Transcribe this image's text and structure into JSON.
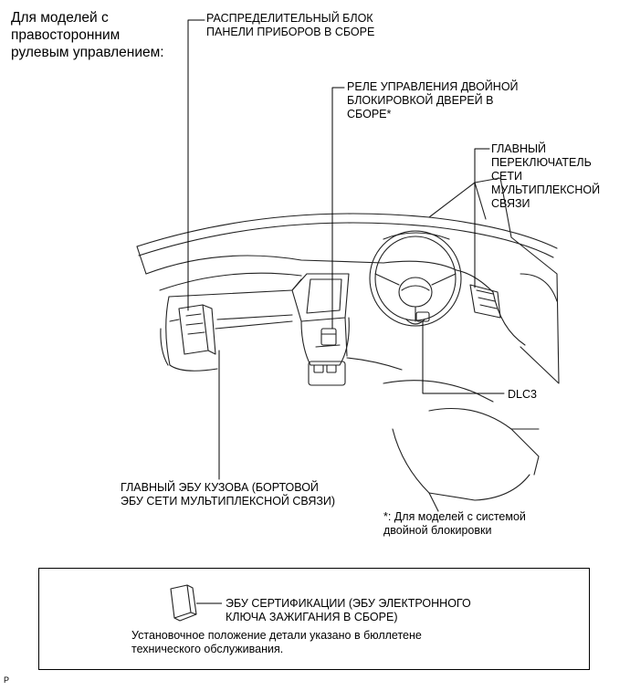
{
  "header": {
    "model_note": "Для моделей с\nправосторонним\nрулевым управлением:"
  },
  "callouts": {
    "instrument_panel_junction_block": "РАСПРЕДЕЛИТЕЛЬНЫЙ БЛОК\nПАНЕЛИ ПРИБОРОВ В СБОРЕ",
    "double_lock_door_control_relay": "РЕЛЕ УПРАВЛЕНИЯ ДВОЙНОЙ\nБЛОКИРОВКОЙ ДВЕРЕЙ В\nСБОРЕ*",
    "multiplex_network_master_switch": "ГЛАВНЫЙ\nПЕРЕКЛЮЧАТЕЛЬ\nСЕТИ\nМУЛЬТИПЛЕКСНОЙ\nСВЯЗИ",
    "dlc3": "DLC3",
    "main_body_ecu": "ГЛАВНЫЙ ЭБУ КУЗОВА (БОРТОВОЙ\nЭБУ СЕТИ МУЛЬТИПЛЕКСНОЙ СВЯЗИ)"
  },
  "footnote": "*: Для моделей с системой\nдвойной блокировки",
  "note_box": {
    "certification_ecu": "ЭБУ СЕРТИФИКАЦИИ (ЭБУ ЭЛЕКТРОННОГО\nКЛЮЧА ЗАЖИГАНИЯ В СБОРЕ)",
    "install_note": "Установочное положение детали указано в бюллетене\nтехнического обслуживания."
  },
  "corner_mark": "P"
}
